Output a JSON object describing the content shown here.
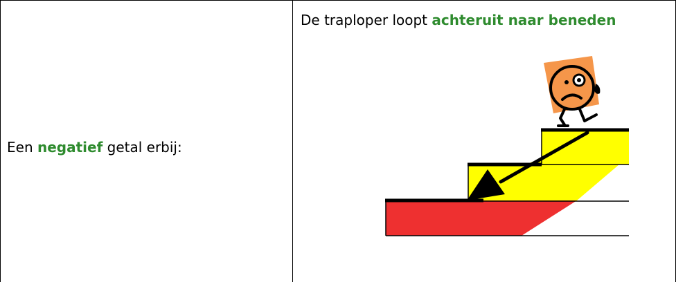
{
  "left_cell": {
    "text_before": "Een ",
    "highlight": "negatief",
    "text_after": " getal erbij:"
  },
  "right_cell": {
    "text_before": "De traploper loopt ",
    "highlight": "achteruit naar beneden"
  },
  "colors": {
    "highlight_green": "#2e8b2e",
    "step_yellow": "#ffff00",
    "step_red": "#ee3030",
    "character_orange": "#f5964a"
  },
  "icons": [
    "staircase-illustration",
    "stair-walker-character",
    "arrow-down-left-icon"
  ]
}
